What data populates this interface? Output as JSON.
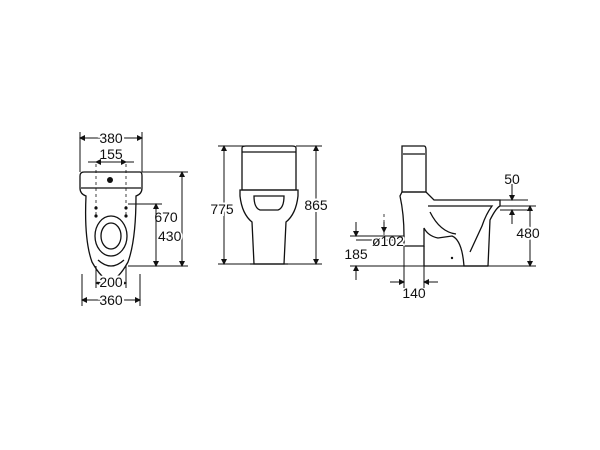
{
  "colors": {
    "line": "#111111",
    "background": "#ffffff"
  },
  "dimensions": {
    "top_width": "380",
    "fixing_spacing": "155",
    "overall_depth": "670",
    "bowl_depth": "430",
    "base_spacing": "200",
    "base_width": "360",
    "pan_height": "775",
    "overall_height": "865",
    "rim_offset": "50",
    "rim_height": "480",
    "outlet_diameter": "ø102",
    "outlet_height": "185",
    "outlet_distance": "140"
  }
}
